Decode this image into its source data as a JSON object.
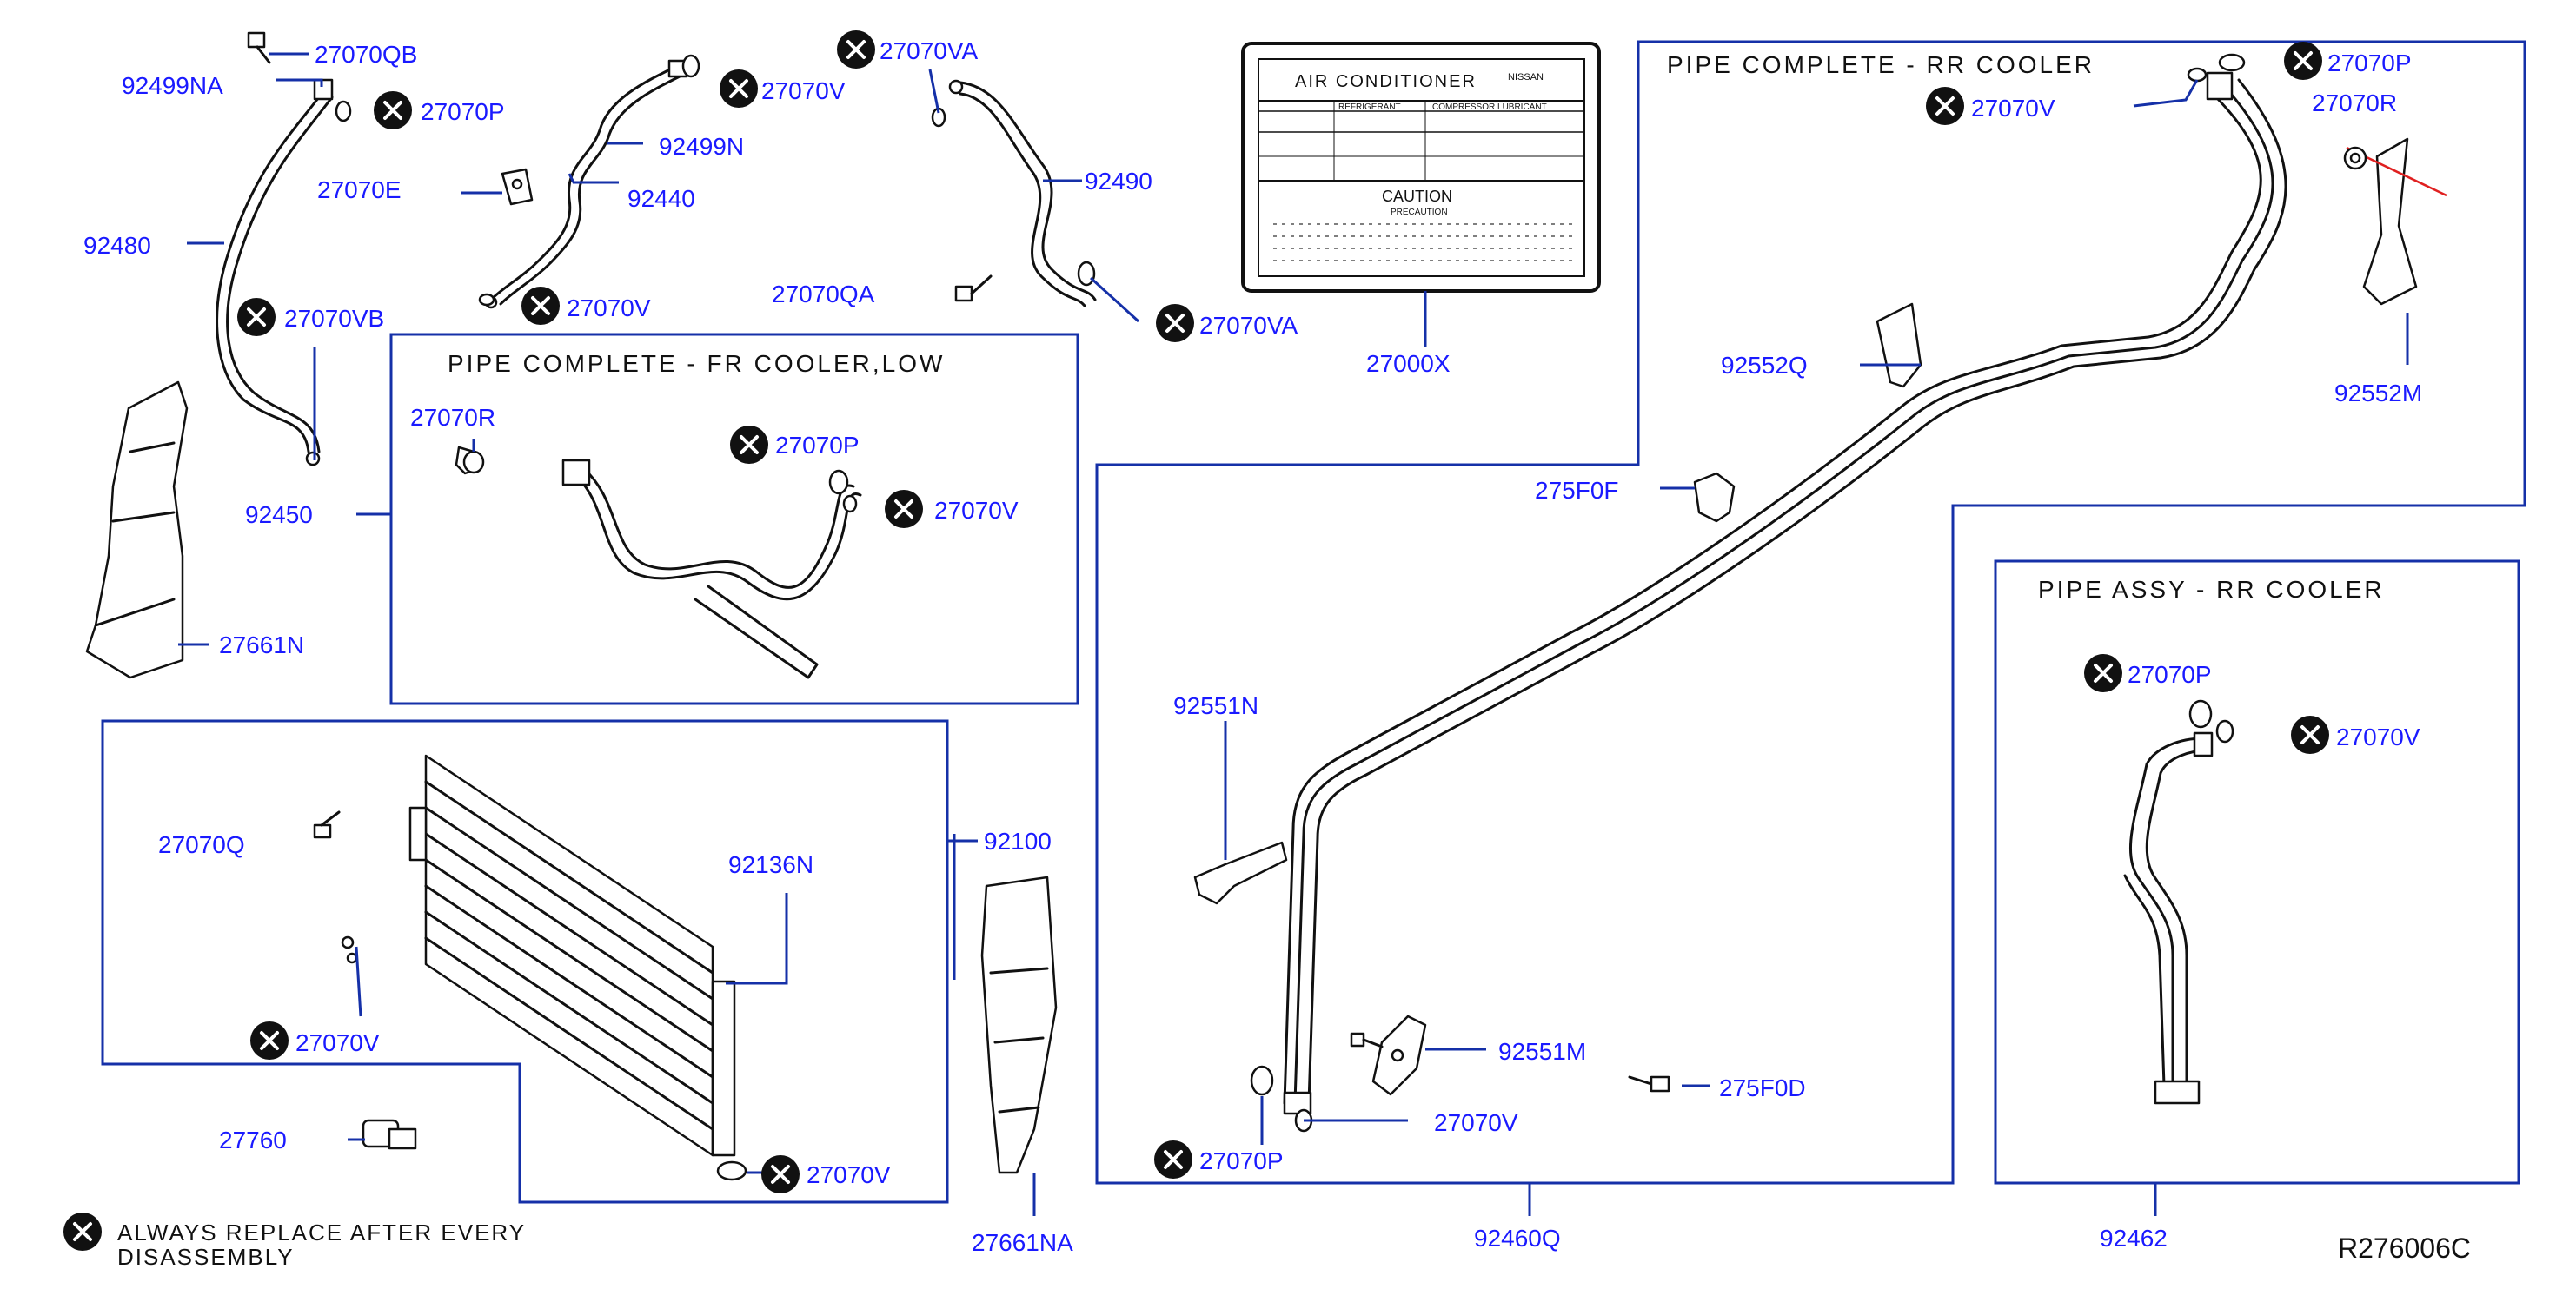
{
  "diagram_code": "R276006C",
  "note": {
    "line1": "ALWAYS REPLACE AFTER EVERY",
    "line2": "DISASSEMBLY"
  },
  "groups": {
    "fr_cooler_low": "PIPE COMPLETE - FR COOLER,LOW",
    "rr_cooler_complete": "PIPE COMPLETE - RR COOLER",
    "rr_cooler_assy": "PIPE ASSY - RR COOLER"
  },
  "caution_label": {
    "title": "AIR CONDITIONER",
    "brand": "NISSAN",
    "refrigerant": "REFRIGERANT",
    "compressor": "COMPRESSOR LUBRICANT",
    "caution": "CAUTION",
    "precaution": "PRECAUTION"
  },
  "parts": {
    "p27070QB": "27070QB",
    "p92499NA": "92499NA",
    "p27070P_a": "27070P",
    "p92480": "92480",
    "p27070E": "27070E",
    "p27070VB": "27070VB",
    "p92450": "92450",
    "p27661N": "27661N",
    "p27070V_a": "27070V",
    "p92499N": "92499N",
    "p92440": "92440",
    "p27070V_b": "27070V",
    "p27070VA_a": "27070VA",
    "p92490": "92490",
    "p27070QA": "27070QA",
    "p27070VA_b": "27070VA",
    "p27000X": "27000X",
    "p27070R_a": "27070R",
    "p27070P_b": "27070P",
    "p27070V_c": "27070V",
    "p27070Q": "27070Q",
    "p92136N": "92136N",
    "p92100": "92100",
    "p27070V_d": "27070V",
    "p27760": "27760",
    "p27070V_e": "27070V",
    "p27661NA": "27661NA",
    "p27070P_c": "27070P",
    "p27070V_f": "27070V",
    "p27070R_b": "27070R",
    "p92552Q": "92552Q",
    "p92552M": "92552M",
    "p275F0F": "275F0F",
    "p92551N": "92551N",
    "p92551M": "92551M",
    "p275F0D": "275F0D",
    "p27070V_g": "27070V",
    "p27070P_d": "27070P",
    "p92460Q": "92460Q",
    "p27070P_e": "27070P",
    "p27070V_h": "27070V",
    "p92462": "92462"
  }
}
